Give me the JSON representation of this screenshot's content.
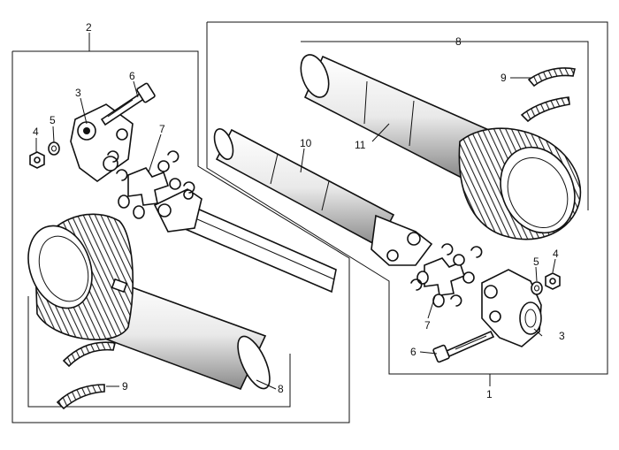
{
  "labels": {
    "assembly_left": "2",
    "assembly_right": "1",
    "shield_left": "8",
    "shield_right": "8",
    "yoke_left": "3",
    "yoke_right": "3",
    "nut_left": "4",
    "nut_right": "4",
    "washer_left": "5",
    "washer_right": "5",
    "bolt_left": "6",
    "bolt_right": "6",
    "cross_left": "7",
    "cross_right": "7",
    "clamp_left": "9",
    "clamp_right": "9",
    "inner_shaft": "10",
    "outer_tube": "11"
  }
}
